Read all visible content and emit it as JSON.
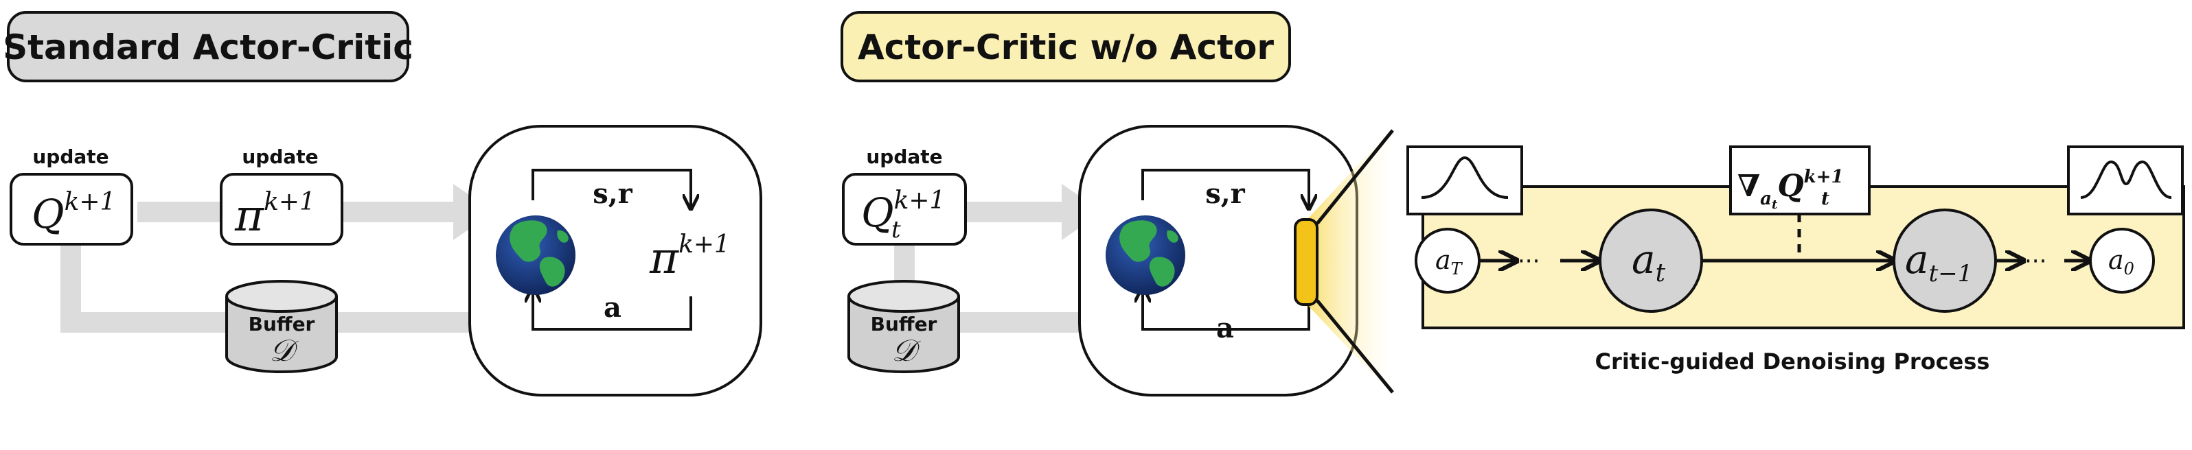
{
  "left_panel": {
    "title": "Standard Actor-Critic",
    "q_update_label": "update",
    "pi_update_label": "update",
    "q_symbol": "Q",
    "q_superscript": "k+1",
    "pi_symbol": "π",
    "pi_superscript": "k+1",
    "buffer_label": "Buffer",
    "buffer_symbol": "𝒟",
    "env_state_reward": "s,r",
    "env_action": "a",
    "env_policy_symbol": "π",
    "env_policy_superscript": "k+1"
  },
  "right_panel": {
    "title": "Actor-Critic w/o Actor",
    "q_update_label": "update",
    "q_symbol": "Q",
    "q_subscript": "t",
    "q_superscript": "k+1",
    "buffer_label": "Buffer",
    "buffer_symbol": "𝒟",
    "env_state_reward": "s,r",
    "env_action": "a"
  },
  "denoising": {
    "caption": "Critic-guided Denoising Process",
    "gradient_symbol": "∇",
    "gradient_subscript": "a",
    "gradient_subsub": "t",
    "gradient_q": "Q",
    "gradient_q_sub": "t",
    "gradient_q_sup": "k+1",
    "nodes": {
      "aT": {
        "base": "a",
        "sub": "T"
      },
      "at": {
        "base": "a",
        "sub": "t"
      },
      "at1": {
        "base": "a",
        "sub": "t−1"
      },
      "a0": {
        "base": "a",
        "sub": "0"
      }
    },
    "ellipsis": "···"
  },
  "colors": {
    "title_box_grey": "#d9d9d9",
    "title_box_yellow": "#fbf0b4",
    "denoise_panel": "#fcf2c2",
    "node_grey": "#d4d4d4",
    "connector_grey": "#dcdcdc",
    "speaker_yellow": "#f3c31a",
    "globe_ocean": "#1a3f86",
    "globe_land": "#35a852"
  }
}
